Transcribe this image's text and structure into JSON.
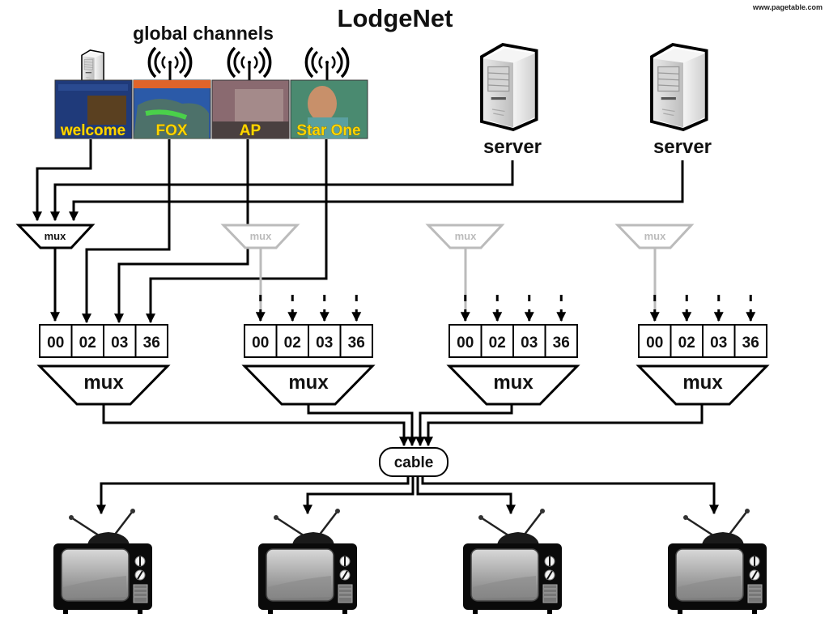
{
  "title": "LodgeNet",
  "credit": "www.pagetable.com",
  "global_channels_label": "global channels",
  "channels": [
    {
      "label": "welcome",
      "source": "server-icon",
      "screen_color": "#1f3a7a"
    },
    {
      "label": "FOX",
      "source": "antenna-icon",
      "screen_color": "#2b5aa8"
    },
    {
      "label": "AP",
      "source": "antenna-icon",
      "screen_color": "#8a6a70"
    },
    {
      "label": "Star One",
      "source": "antenna-icon",
      "screen_color": "#4a8a70"
    }
  ],
  "servers": [
    {
      "label": "server"
    },
    {
      "label": "server"
    }
  ],
  "local_muxes": [
    {
      "label": "mux",
      "active": true
    },
    {
      "label": "mux",
      "active": false
    },
    {
      "label": "mux",
      "active": false
    },
    {
      "label": "mux",
      "active": false
    }
  ],
  "channel_groups": [
    {
      "slots": [
        "00",
        "02",
        "03",
        "36"
      ],
      "mux_label": "mux"
    },
    {
      "slots": [
        "00",
        "02",
        "03",
        "36"
      ],
      "mux_label": "mux"
    },
    {
      "slots": [
        "00",
        "02",
        "03",
        "36"
      ],
      "mux_label": "mux"
    },
    {
      "slots": [
        "00",
        "02",
        "03",
        "36"
      ],
      "mux_label": "mux"
    }
  ],
  "cable": {
    "label": "cable"
  },
  "tvs": [
    {
      "name": "tv-1"
    },
    {
      "name": "tv-2"
    },
    {
      "name": "tv-3"
    },
    {
      "name": "tv-4"
    }
  ],
  "colors": {
    "label_yellow": "#ffd400",
    "inactive_gray": "#bbbbbb",
    "line_black": "#000000"
  }
}
